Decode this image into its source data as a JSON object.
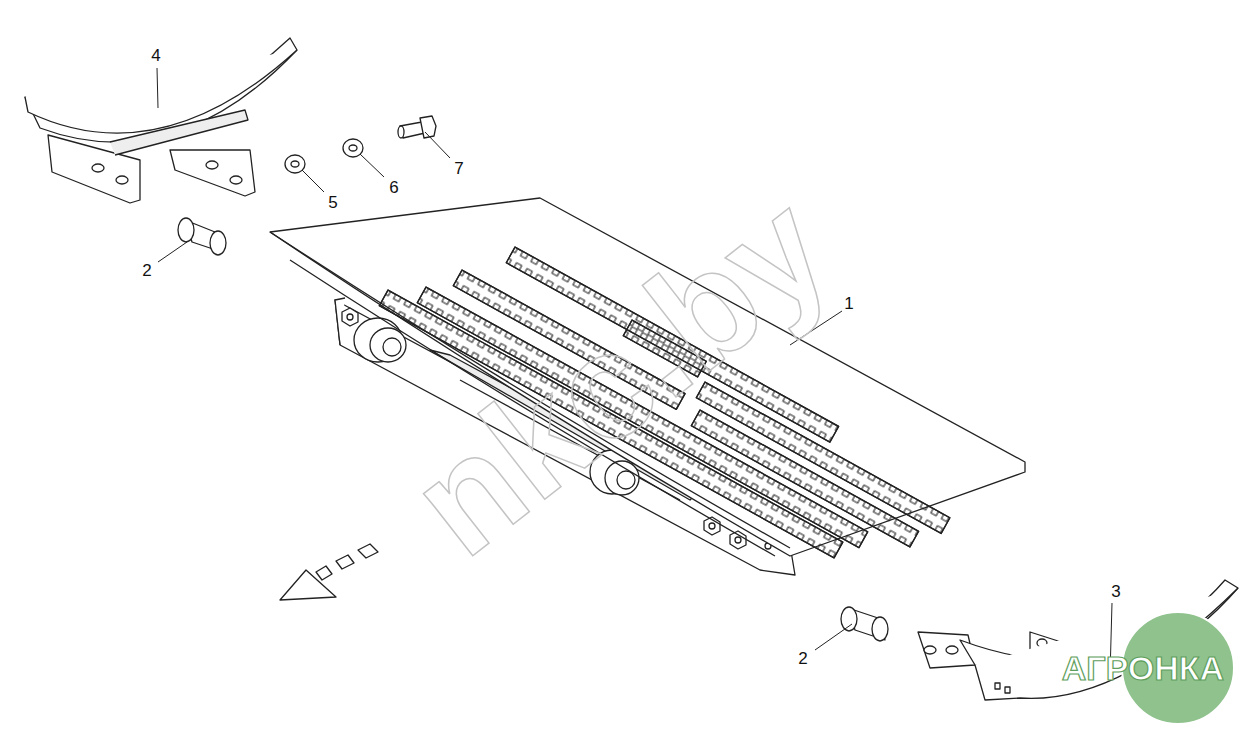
{
  "diagram": {
    "labels": [
      "4",
      "5",
      "6",
      "7",
      "2",
      "1",
      "2",
      "3",
      "nkc.by",
      "АГРОНКА"
    ]
  }
}
